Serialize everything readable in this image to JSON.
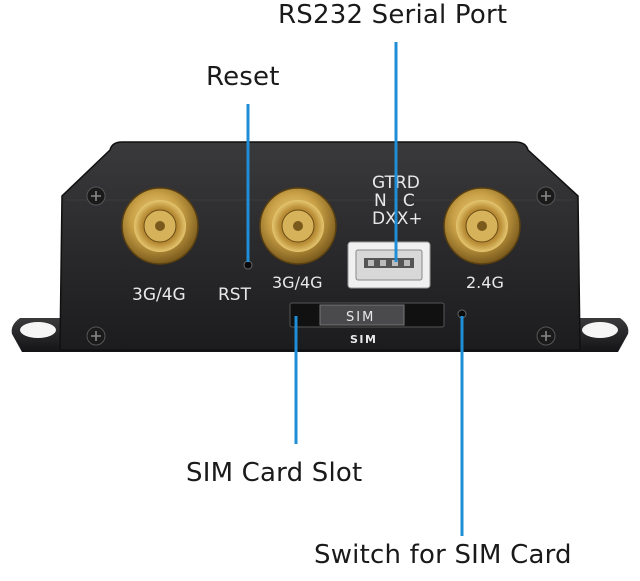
{
  "callouts": {
    "rs232": "RS232 Serial Port",
    "reset": "Reset",
    "sim_slot": "SIM Card Slot",
    "sim_switch": "Switch for SIM Card"
  },
  "panel_labels": {
    "antenna_left": "3G/4G",
    "reset": "RST",
    "antenna_middle": "3G/4G",
    "antenna_right": "2.4G",
    "serial_pins_row1": "GTRD",
    "serial_pins_row2": "N   C",
    "serial_pins_row3": "DXX+",
    "sim_on_tray": "SIM",
    "sim_below_slot": "SIM"
  },
  "colors": {
    "callout_line": "#1e8fd6",
    "panel_body": "#2b2b2d",
    "connector_gold": "#c9a046",
    "label_text": "#1a1a1a"
  }
}
